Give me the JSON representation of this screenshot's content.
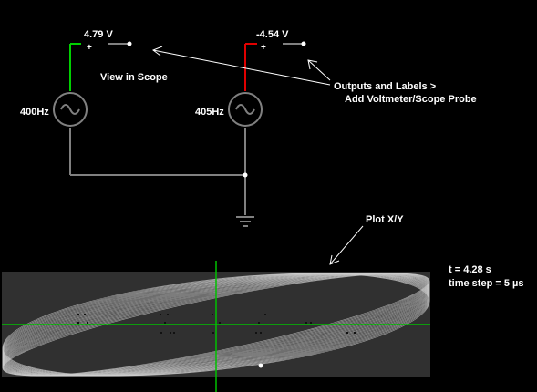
{
  "circuit": {
    "left_source": {
      "freq_label": "400Hz",
      "voltmeter_value": "4.79 V",
      "plus": "+"
    },
    "right_source": {
      "freq_label": "405Hz",
      "voltmeter_value": "-4.54 V",
      "plus": "+"
    }
  },
  "annotations": {
    "view_in_scope": "View in Scope",
    "outputs_line1": "Outputs and Labels >",
    "outputs_line2": "Add Voltmeter/Scope Probe",
    "plot_xy": "Plot X/Y"
  },
  "status": {
    "time": "t = 4.28 s",
    "time_step": "time step = 5 µs"
  },
  "colors": {
    "background": "#000000",
    "wire": "#808080",
    "wire_high": "#00d000",
    "wire_low": "#e00000",
    "scope_bg": "#303030",
    "scope_axis": "#00c000",
    "trace": "#cfcfcf",
    "text": "#ffffff"
  }
}
